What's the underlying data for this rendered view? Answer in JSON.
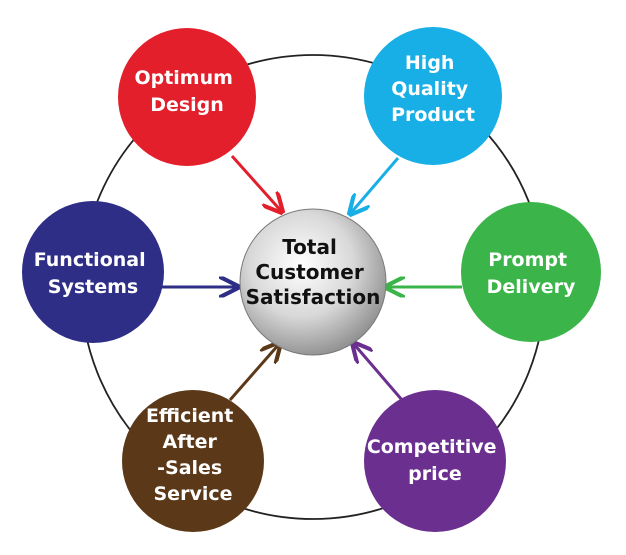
{
  "center": {
    "lines": [
      "Total",
      "Customer",
      "Satisfaction"
    ]
  },
  "nodes": [
    {
      "id": "optimum-design",
      "lines": [
        "Optimum",
        "Design"
      ],
      "color": "#e31f2b"
    },
    {
      "id": "high-quality-product",
      "lines": [
        "High",
        "Quality",
        "Product"
      ],
      "color": "#18aee6"
    },
    {
      "id": "prompt-delivery",
      "lines": [
        "Prompt",
        "Delivery"
      ],
      "color": "#3bb54a"
    },
    {
      "id": "competitive-price",
      "lines": [
        "Competitive",
        "price"
      ],
      "color": "#6b2f8f"
    },
    {
      "id": "efficient-after-sales-service",
      "lines": [
        "Efficient",
        "After",
        "-Sales",
        "Service"
      ],
      "color": "#5b3817"
    },
    {
      "id": "functional-systems",
      "lines": [
        "Functional",
        "Systems"
      ],
      "color": "#2e2e87"
    }
  ],
  "colors": {
    "ring": "#222222",
    "center_fill_light": "#ffffff",
    "center_fill_dark": "#9a9a9a",
    "node_text": "#ffffff",
    "center_text": "#111111"
  }
}
